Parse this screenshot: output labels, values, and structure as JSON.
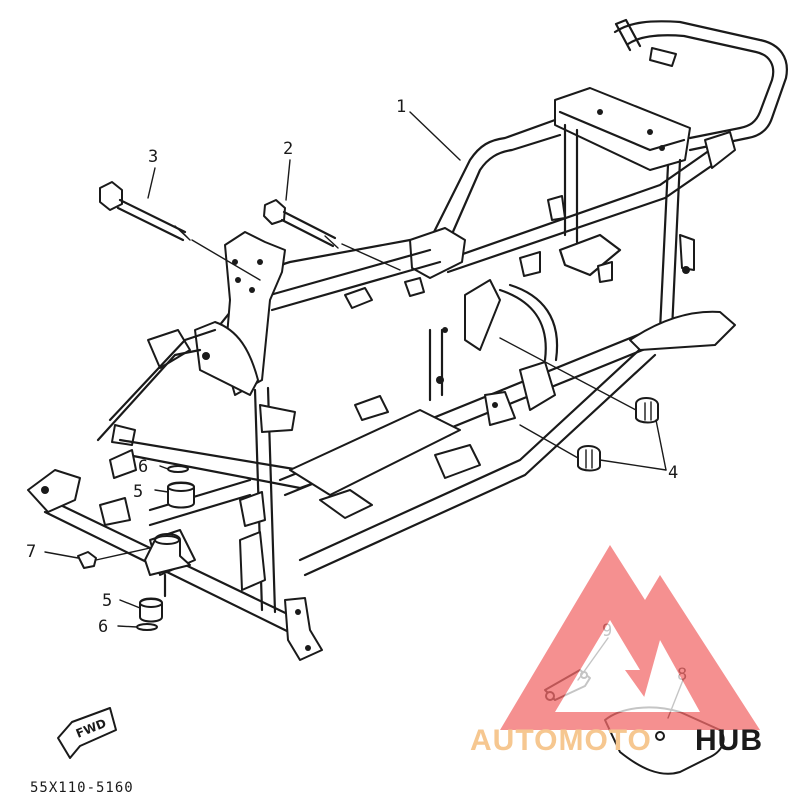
{
  "callouts": [
    {
      "id": "1",
      "label": "1"
    },
    {
      "id": "2",
      "label": "2"
    },
    {
      "id": "3",
      "label": "3"
    },
    {
      "id": "4",
      "label": "4"
    },
    {
      "id": "5a",
      "label": "5"
    },
    {
      "id": "5b",
      "label": "5"
    },
    {
      "id": "6a",
      "label": "6"
    },
    {
      "id": "6b",
      "label": "6"
    },
    {
      "id": "7",
      "label": "7"
    },
    {
      "id": "8",
      "label": "8"
    },
    {
      "id": "9",
      "label": "9"
    }
  ],
  "direction_label": "FWD",
  "diagram_code": "55X110-5160",
  "watermark": {
    "word_a": "AUTOMOTO",
    "word_b": "HUB",
    "color_a": "#f6c790",
    "color_b": "#1a1a1a",
    "logo_color": "#f26b6b"
  }
}
